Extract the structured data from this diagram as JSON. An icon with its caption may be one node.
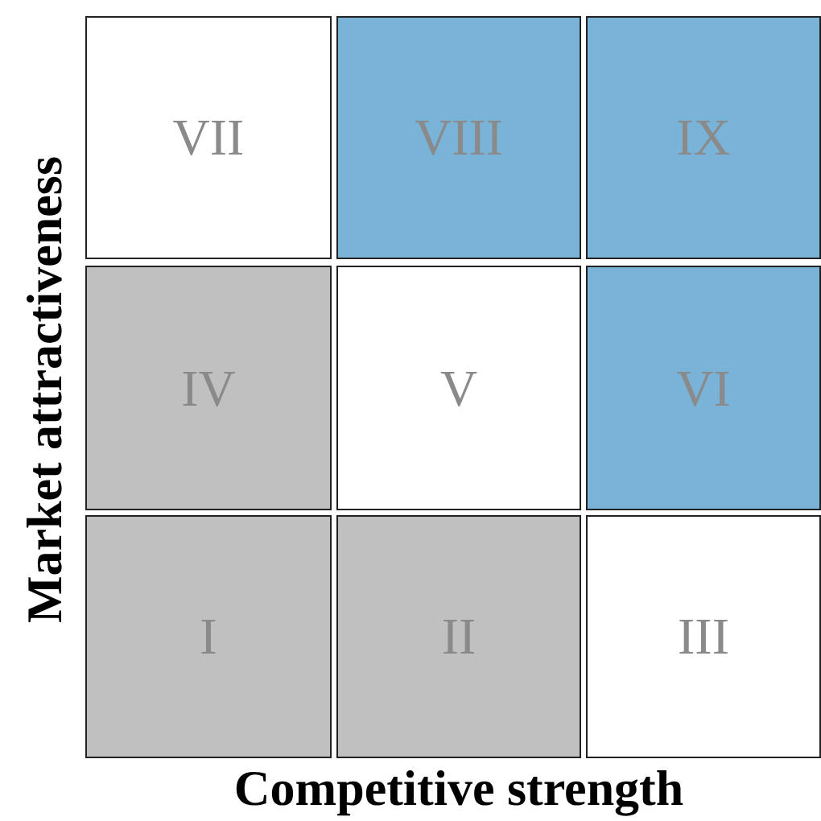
{
  "diagram": {
    "nodes": [
      {
        "text": [
          "VII"
        ]
      },
      {
        "text": [
          "VIII"
        ]
      },
      {
        "text": [
          "IX"
        ]
      },
      {
        "text": [
          "IV"
        ]
      },
      {
        "text": [
          "V"
        ]
      },
      {
        "text": [
          "VI"
        ]
      },
      {
        "text": [
          "I"
        ]
      },
      {
        "text": [
          "II"
        ]
      },
      {
        "text": [
          "III"
        ]
      }
    ],
    "labels": [
      "Market attractiveness",
      "Competitive strength"
    ]
  }
}
